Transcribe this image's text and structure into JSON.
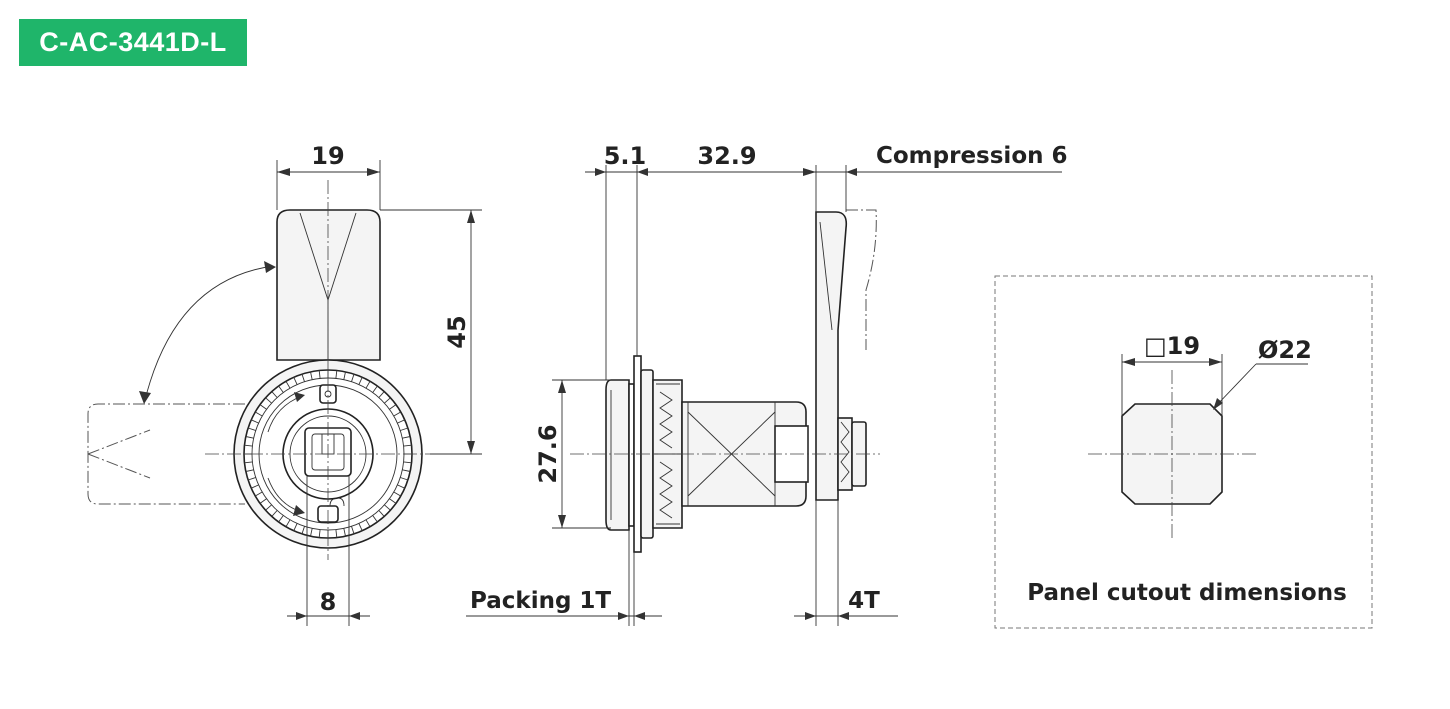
{
  "model_code": "C-AC-3441D-L",
  "colors": {
    "badge": "#1fb56a",
    "badge_text": "#ffffff",
    "line": "#222222"
  },
  "front_view": {
    "width_dim": "19",
    "height_dim": "45",
    "offset_dim": "8"
  },
  "side_view": {
    "flange_dim": "5.1",
    "body_length_dim": "32.9",
    "compression_label": "Compression 6",
    "flange_dia_dim": "27.6",
    "packing_label": "Packing 1T",
    "cam_thickness_label": "4T"
  },
  "cutout": {
    "square_dim": "□19",
    "diameter_dim": "Ø22",
    "caption": "Panel cutout dimensions"
  }
}
